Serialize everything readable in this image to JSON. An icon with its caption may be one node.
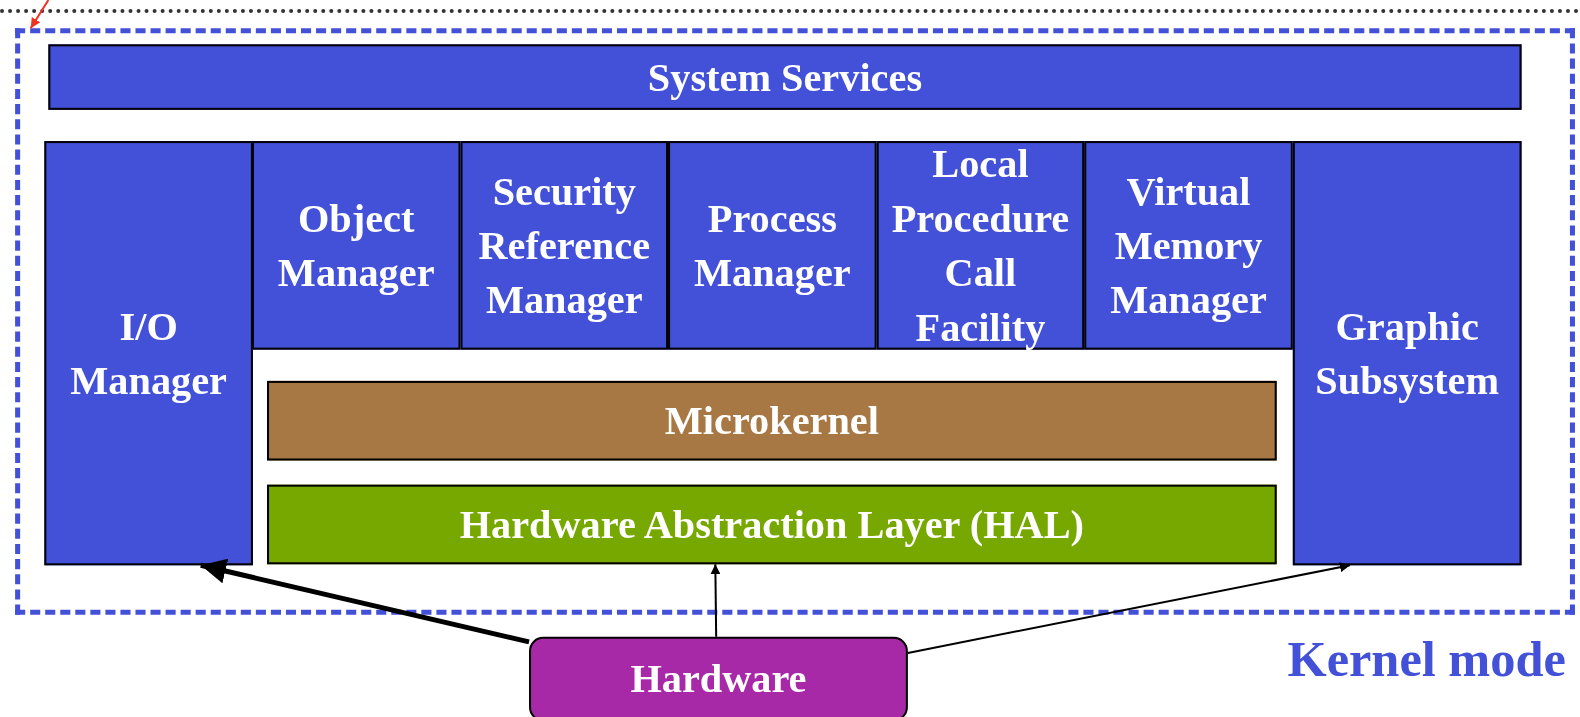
{
  "diagram": {
    "nodes": [
      {
        "text": [
          "Kernel mode"
        ]
      },
      {
        "text": [
          "System Services"
        ],
        "in": 0
      },
      {
        "text": [
          "I/O Manager"
        ],
        "in": 0
      },
      {
        "text": [
          "Object Manager"
        ],
        "in": 0
      },
      {
        "text": [
          "Security Reference Manager"
        ],
        "in": 0
      },
      {
        "text": [
          "Process Manager"
        ],
        "in": 0
      },
      {
        "text": [
          "Local Procedure Call Facility"
        ],
        "in": 0
      },
      {
        "text": [
          "Virtual Memory Manager"
        ],
        "in": 0
      },
      {
        "text": [
          "Graphic Subsystem"
        ],
        "in": 0
      },
      {
        "text": [
          "Microkernel"
        ],
        "in": 0
      },
      {
        "text": [
          "Hardware Abstraction Layer (HAL)"
        ],
        "in": 0
      },
      {
        "text": [
          "Hardware"
        ]
      }
    ],
    "edges": [
      {
        "from": null,
        "to": 0,
        "arrow": "to",
        "color": "#ee3322"
      },
      {
        "from": 11,
        "to": 2,
        "arrow": "to",
        "style": "thick"
      },
      {
        "from": 11,
        "to": 10,
        "arrow": "to"
      },
      {
        "from": 11,
        "to": 8,
        "arrow": "to"
      }
    ]
  }
}
